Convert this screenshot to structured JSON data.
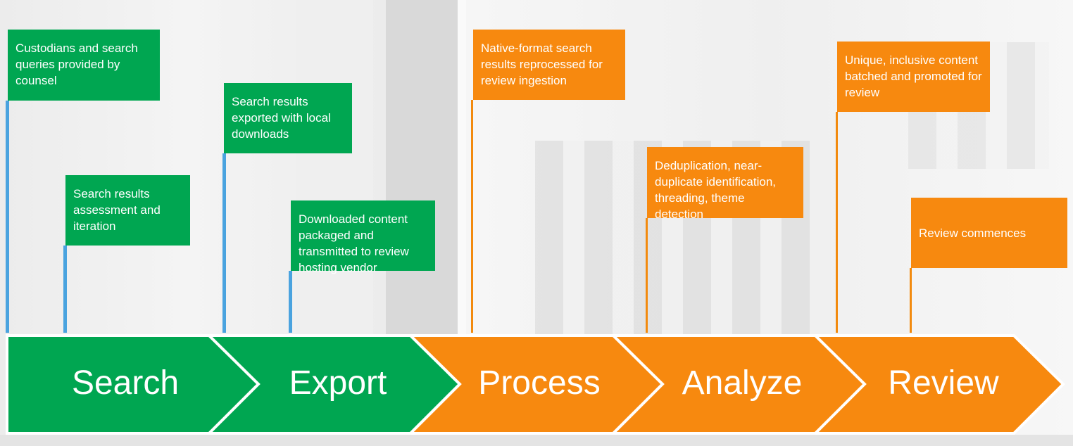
{
  "stages": [
    {
      "label": "Search",
      "color": "#00a651"
    },
    {
      "label": "Export",
      "color": "#00a651"
    },
    {
      "label": "Process",
      "color": "#f7890f"
    },
    {
      "label": "Analyze",
      "color": "#f7890f"
    },
    {
      "label": "Review",
      "color": "#f7890f"
    }
  ],
  "flags": [
    {
      "text": "Custodians and search queries provided by counsel",
      "color": "green"
    },
    {
      "text": "Search results assessment and iteration",
      "color": "green"
    },
    {
      "text": "Search results exported with local downloads",
      "color": "green"
    },
    {
      "text": "Downloaded content packaged and transmitted to review hosting vendor",
      "color": "green"
    },
    {
      "text": "Native-format search results reprocessed for review ingestion",
      "color": "orange"
    },
    {
      "text": "Deduplication, near-duplicate identification, threading, theme detection",
      "color": "orange"
    },
    {
      "text": "Unique, inclusive content batched and promoted for review",
      "color": "orange"
    },
    {
      "text": "Review commences",
      "color": "orange"
    }
  ],
  "colors": {
    "green": "#00a651",
    "orange": "#f7890f",
    "pole_blue": "#4aa3df",
    "pole_orange": "#f28a0e"
  }
}
